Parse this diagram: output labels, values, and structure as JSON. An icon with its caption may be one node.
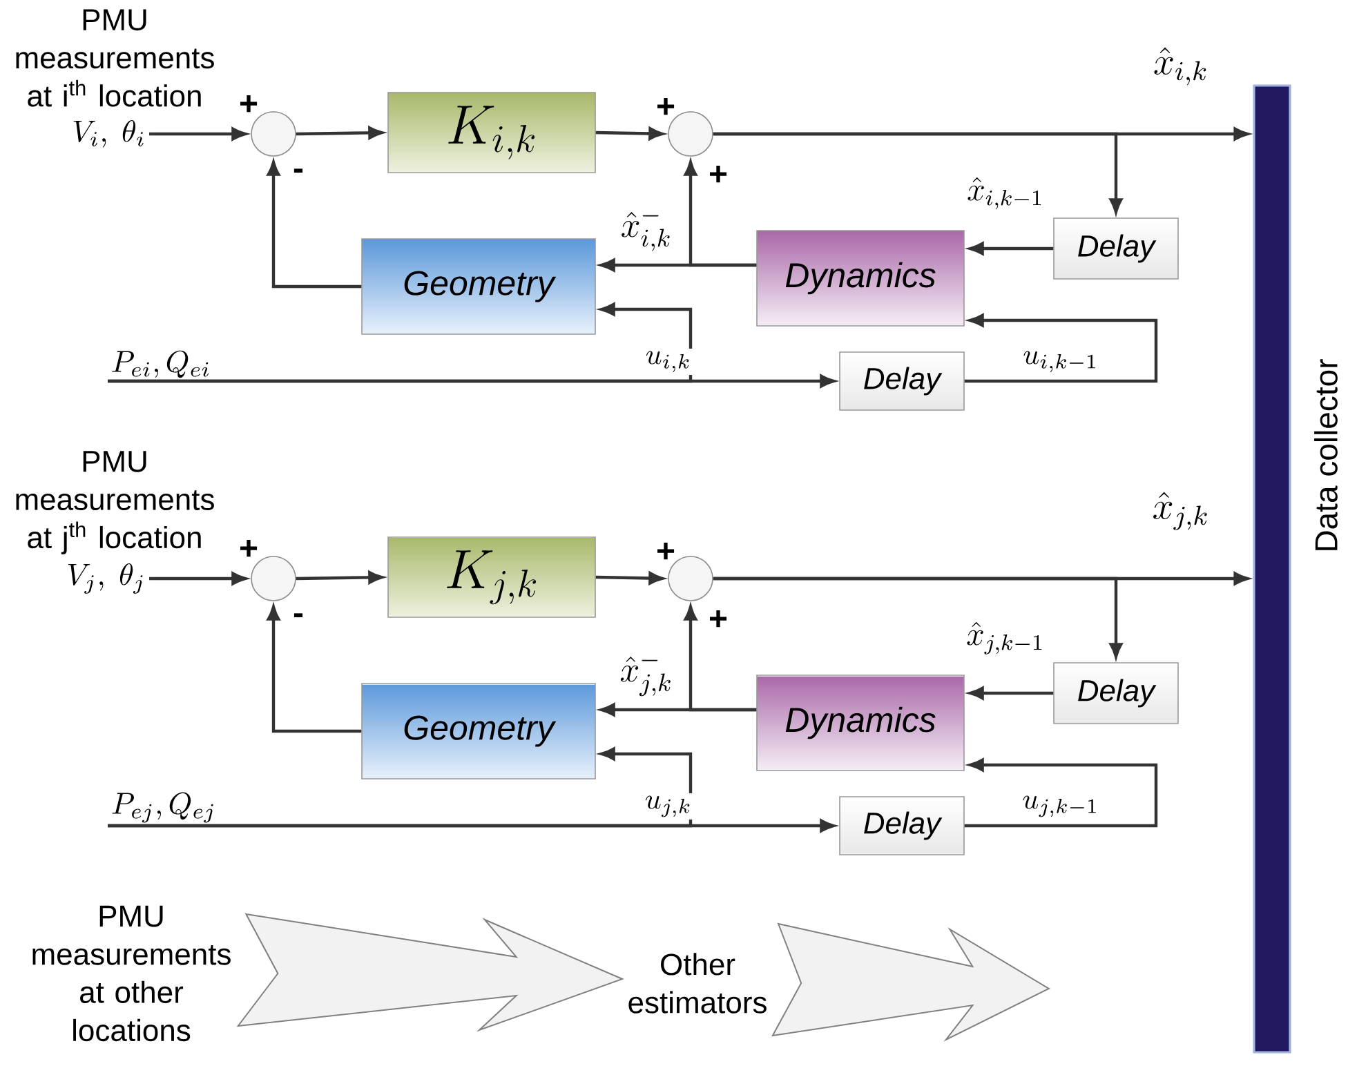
{
  "diagram": {
    "nodes": [
      {
        "text": [
          "V_{i},\\ \\theta_{i}"
        ],
        "beside": [
          "PMU measurements at i$^{th}$ location"
        ]
      },
      {
        "text": [],
        "shape": "circle"
      },
      {
        "text": [
          "K_{i,k}"
        ]
      },
      {
        "text": [],
        "shape": "circle"
      },
      {
        "text": [
          "Geometry"
        ]
      },
      {
        "text": [
          "Dynamics"
        ]
      },
      {
        "text": [
          "Delay"
        ]
      },
      {
        "text": [
          "P_{ei},Q_{ei}"
        ]
      },
      {
        "text": [
          "Delay"
        ]
      },
      {
        "text": [
          "V_{j},\\ \\theta_{j}"
        ],
        "beside": [
          "PMU measurements at j$^{th}$ location"
        ]
      },
      {
        "text": [],
        "shape": "circle"
      },
      {
        "text": [
          "K_{j,k}"
        ]
      },
      {
        "text": [],
        "shape": "circle"
      },
      {
        "text": [
          "Geometry"
        ]
      },
      {
        "text": [
          "Dynamics"
        ]
      },
      {
        "text": [
          "Delay"
        ]
      },
      {
        "text": [
          "P_{ej},Q_{ej}"
        ]
      },
      {
        "text": [
          "Delay"
        ]
      },
      {
        "text": [
          "PMU measurements at other locations"
        ]
      },
      {
        "text": [
          "Other estimators"
        ]
      },
      {
        "text": [
          "Data collector"
        ]
      }
    ],
    "edges": [
      {
        "from": 0,
        "to": 1,
        "arrow": "to"
      },
      {
        "from": 1,
        "to": 2,
        "arrow": "to"
      },
      {
        "from": 2,
        "to": 3,
        "arrow": "to"
      },
      {
        "from": 3,
        "to": 20,
        "arrow": "to",
        "label": "\\hat{x}_{i,k}"
      },
      {
        "from": 3,
        "to": 6,
        "arrow": "to"
      },
      {
        "from": 6,
        "to": 5,
        "arrow": "to",
        "label": "\\hat{x}_{i,k-1}"
      },
      {
        "from": 5,
        "to": 4,
        "arrow": "to",
        "label": "\\hat{x}^{-}_{i,k}"
      },
      {
        "from": 5,
        "to": 3,
        "arrow": "to"
      },
      {
        "from": 4,
        "to": 1,
        "arrow": "to"
      },
      {
        "from": 7,
        "to": 8,
        "arrow": "to"
      },
      {
        "from": 7,
        "to": 4,
        "arrow": "to",
        "label": "u_{i,k}"
      },
      {
        "from": 8,
        "to": 5,
        "arrow": "to",
        "label": "u_{i,k-1}"
      },
      {
        "from": 9,
        "to": 10,
        "arrow": "to"
      },
      {
        "from": 10,
        "to": 11,
        "arrow": "to"
      },
      {
        "from": 11,
        "to": 12,
        "arrow": "to"
      },
      {
        "from": 12,
        "to": 20,
        "arrow": "to",
        "label": "\\hat{x}_{j,k}"
      },
      {
        "from": 12,
        "to": 15,
        "arrow": "to"
      },
      {
        "from": 15,
        "to": 14,
        "arrow": "to",
        "label": "\\hat{x}_{j,k-1}"
      },
      {
        "from": 14,
        "to": 13,
        "arrow": "to",
        "label": "\\hat{x}^{-}_{j,k}"
      },
      {
        "from": 14,
        "to": 12,
        "arrow": "to"
      },
      {
        "from": 13,
        "to": 10,
        "arrow": "to"
      },
      {
        "from": 16,
        "to": 17,
        "arrow": "to"
      },
      {
        "from": 16,
        "to": 13,
        "arrow": "to",
        "label": "u_{j,k}"
      },
      {
        "from": 17,
        "to": 14,
        "arrow": "to",
        "label": "u_{j,k-1}"
      },
      {
        "from": 18,
        "to": 19,
        "arrow": "to",
        "style": "thick"
      },
      {
        "from": 19,
        "to": null,
        "arrow": "to",
        "style": "thick"
      }
    ],
    "labels": [
      "+",
      "-",
      "+",
      "+",
      "+",
      "-",
      "+",
      "+"
    ]
  }
}
